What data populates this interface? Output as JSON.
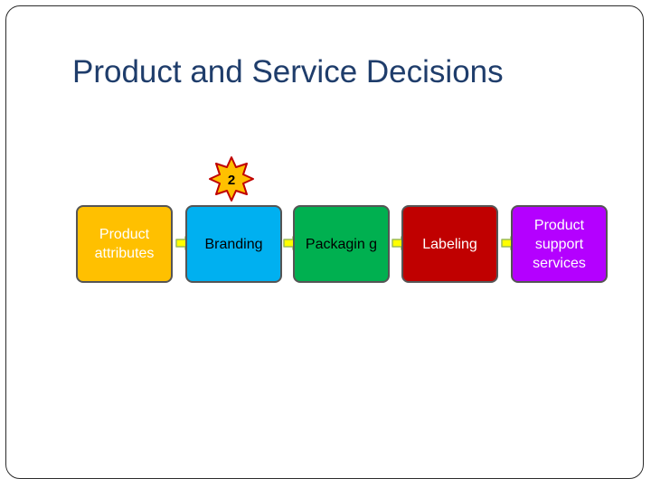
{
  "title": "Product and Service Decisions",
  "badge": {
    "number": "2",
    "fill": "#ffc000",
    "stroke": "#c00000"
  },
  "steps": [
    {
      "label": "Product attributes",
      "fill": "#ffc000",
      "text_color": "#ffffff"
    },
    {
      "label": "Branding",
      "fill": "#00b0f0",
      "text_color": "#000000"
    },
    {
      "label": "Packagin g",
      "fill": "#00b050",
      "text_color": "#000000"
    },
    {
      "label": "Labeling",
      "fill": "#c00000",
      "text_color": "#ffffff"
    },
    {
      "label": "Product support services",
      "fill": "#b400ff",
      "text_color": "#ffffff"
    }
  ],
  "arrow_colors": {
    "fill": "#ffff00",
    "stroke": "#9bbb59"
  }
}
